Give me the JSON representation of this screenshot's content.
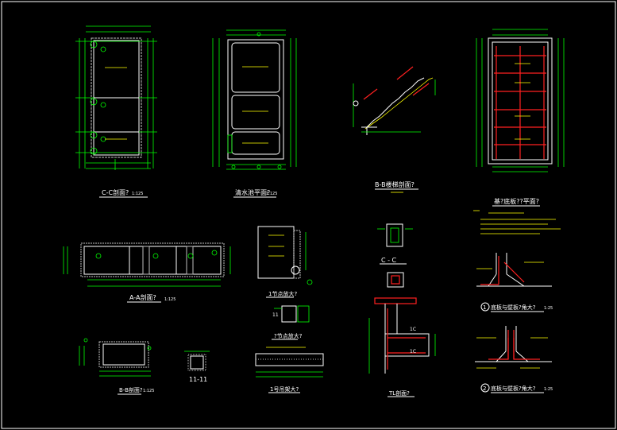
{
  "drawing": {
    "titles": {
      "section_cc": "C-C剖面?",
      "section_cc_scale": "1:125",
      "plan_pool": "清水池平面?",
      "plan_pool_scale": "1:125",
      "section_stair": "B-B楼梯剖面?",
      "plan_base": "基?底板??平面?",
      "section_aa": "A-A剖面?",
      "section_aa_scale": "1:125",
      "detail_1": "1节点放大?",
      "detail_2": "?节点放大?",
      "detail_3": "1号吊架大?",
      "section_c": "C - C",
      "section_tl": "TL剖面?",
      "detail_base_wall": "底板与壁板?角大?",
      "detail_base_wall_scale": "1:25",
      "detail_base_wall2": "底板与壁板?角大?",
      "detail_base_wall2_scale": "1:25",
      "section_bb": "B-B剖面?",
      "section_bb_scale": "1:125",
      "section_11": "11-11",
      "label_1c": "1C",
      "label_1c_b": "1C",
      "circle_a": "1",
      "circle_b": "2",
      "num_11": "11"
    },
    "colors": {
      "background": "#000000",
      "dim_lines": "#00ff00",
      "outline": "#ffffff",
      "rebar": "#ff2020",
      "notes": "#ffff00"
    }
  }
}
